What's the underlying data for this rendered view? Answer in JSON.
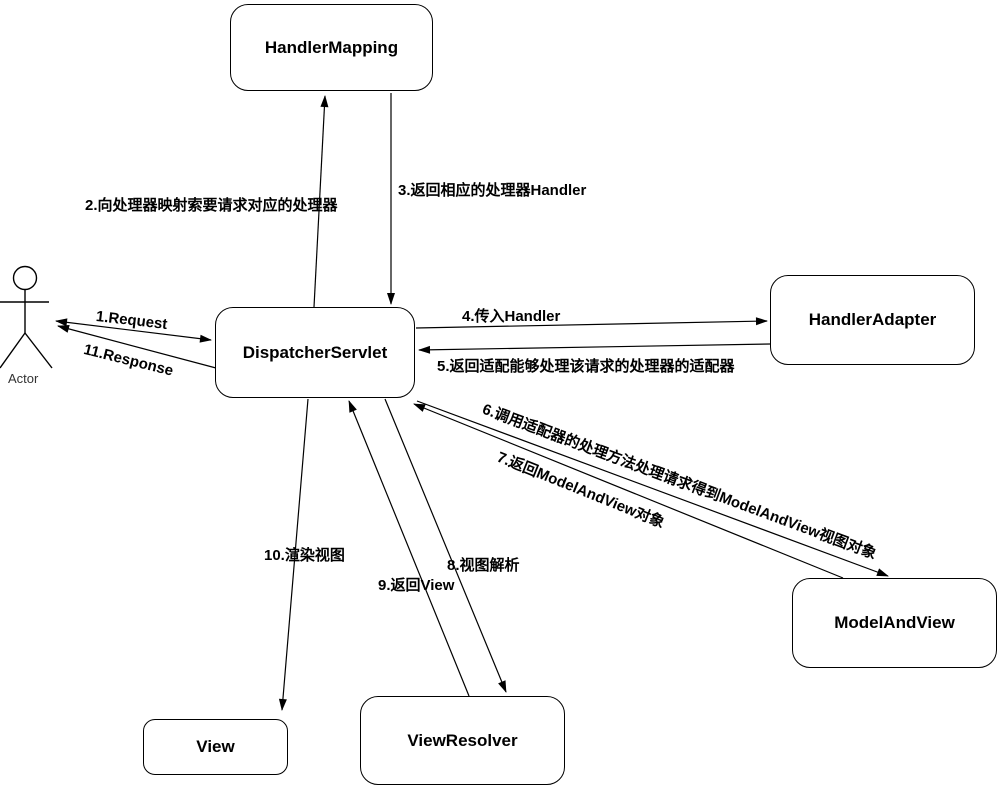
{
  "diagram_title": "Spring MVC DispatcherServlet request flow",
  "actor": {
    "label": "Actor"
  },
  "nodes": {
    "handlerMapping": {
      "label": "HandlerMapping"
    },
    "dispatcherServlet": {
      "label": "DispatcherServlet"
    },
    "handlerAdapter": {
      "label": "HandlerAdapter"
    },
    "modelAndView": {
      "label": "ModelAndView"
    },
    "view": {
      "label": "View"
    },
    "viewResolver": {
      "label": "ViewResolver"
    }
  },
  "edges": {
    "e1": {
      "label": "1.Request",
      "from": "Actor",
      "to": "DispatcherServlet"
    },
    "e2": {
      "label": "2.向处理器映射索要请求对应的处理器",
      "from": "DispatcherServlet",
      "to": "HandlerMapping"
    },
    "e3": {
      "label": "3.返回相应的处理器Handler",
      "from": "HandlerMapping",
      "to": "DispatcherServlet"
    },
    "e4": {
      "label": "4.传入Handler",
      "from": "DispatcherServlet",
      "to": "HandlerAdapter"
    },
    "e5": {
      "label": "5.返回适配能够处理该请求的处理器的适配器",
      "from": "HandlerAdapter",
      "to": "DispatcherServlet"
    },
    "e6": {
      "label": "6.调用适配器的处理方法处理请求得到ModelAndView视图对象",
      "from": "DispatcherServlet",
      "to": "ModelAndView"
    },
    "e7": {
      "label": "7.返回ModelAndView对象",
      "from": "ModelAndView",
      "to": "DispatcherServlet"
    },
    "e8": {
      "label": "8.视图解析",
      "from": "DispatcherServlet",
      "to": "ViewResolver"
    },
    "e9": {
      "label": "9.返回View",
      "from": "ViewResolver",
      "to": "DispatcherServlet"
    },
    "e10": {
      "label": "10.渲染视图",
      "from": "DispatcherServlet",
      "to": "View"
    },
    "e11": {
      "label": "11.Response",
      "from": "DispatcherServlet",
      "to": "Actor"
    }
  },
  "colors": {
    "stroke": "#000000",
    "box_fill": "#ffffff",
    "text": "#000000"
  }
}
